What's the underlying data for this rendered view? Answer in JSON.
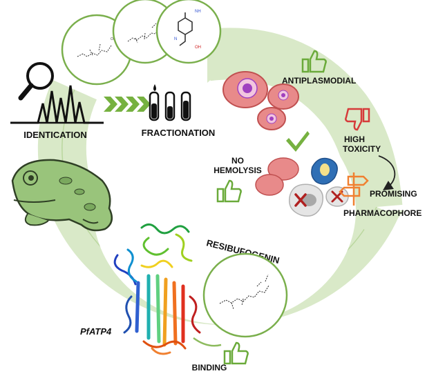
{
  "labels": {
    "identification": "IDENTICATION",
    "fractionation": "FRACTIONATION",
    "antiplasmodial": "ANTIPLASMODIAL",
    "high_toxicity_1": "HIGH",
    "high_toxicity_2": "TOXICITY",
    "no_hemolysis_1": "NO",
    "no_hemolysis_2": "HEMOLYSIS",
    "promising_1": "PROMISING",
    "promising_2": "PHARMACOPHORE",
    "resibufogenin": "RESIBUFOGENIN",
    "pfatp4": "PfATP4",
    "binding": "BINDING"
  },
  "colors": {
    "cycle_fill": "#d9e9c8",
    "cycle_stroke": "#8dbb5e",
    "thumb_green": "#6aaa3a",
    "thumb_red": "#d63a3a",
    "arrow_green": "#76b140",
    "toad_fill": "#99c47b",
    "rbc_red": "#e07070",
    "parasite_purple": "#a040c0",
    "sign_orange": "#f08030",
    "cross_red": "#b02020",
    "blue_cell": "#2f6fb5"
  },
  "icons": [
    "magnifier-icon",
    "chevrons-icon",
    "test-tubes-icon",
    "thumbs-up-icon",
    "thumbs-down-icon",
    "checkmark-icon",
    "cross-icon",
    "signpost-icon",
    "curved-arrow-icon",
    "toad-illustration",
    "protein-structure"
  ]
}
